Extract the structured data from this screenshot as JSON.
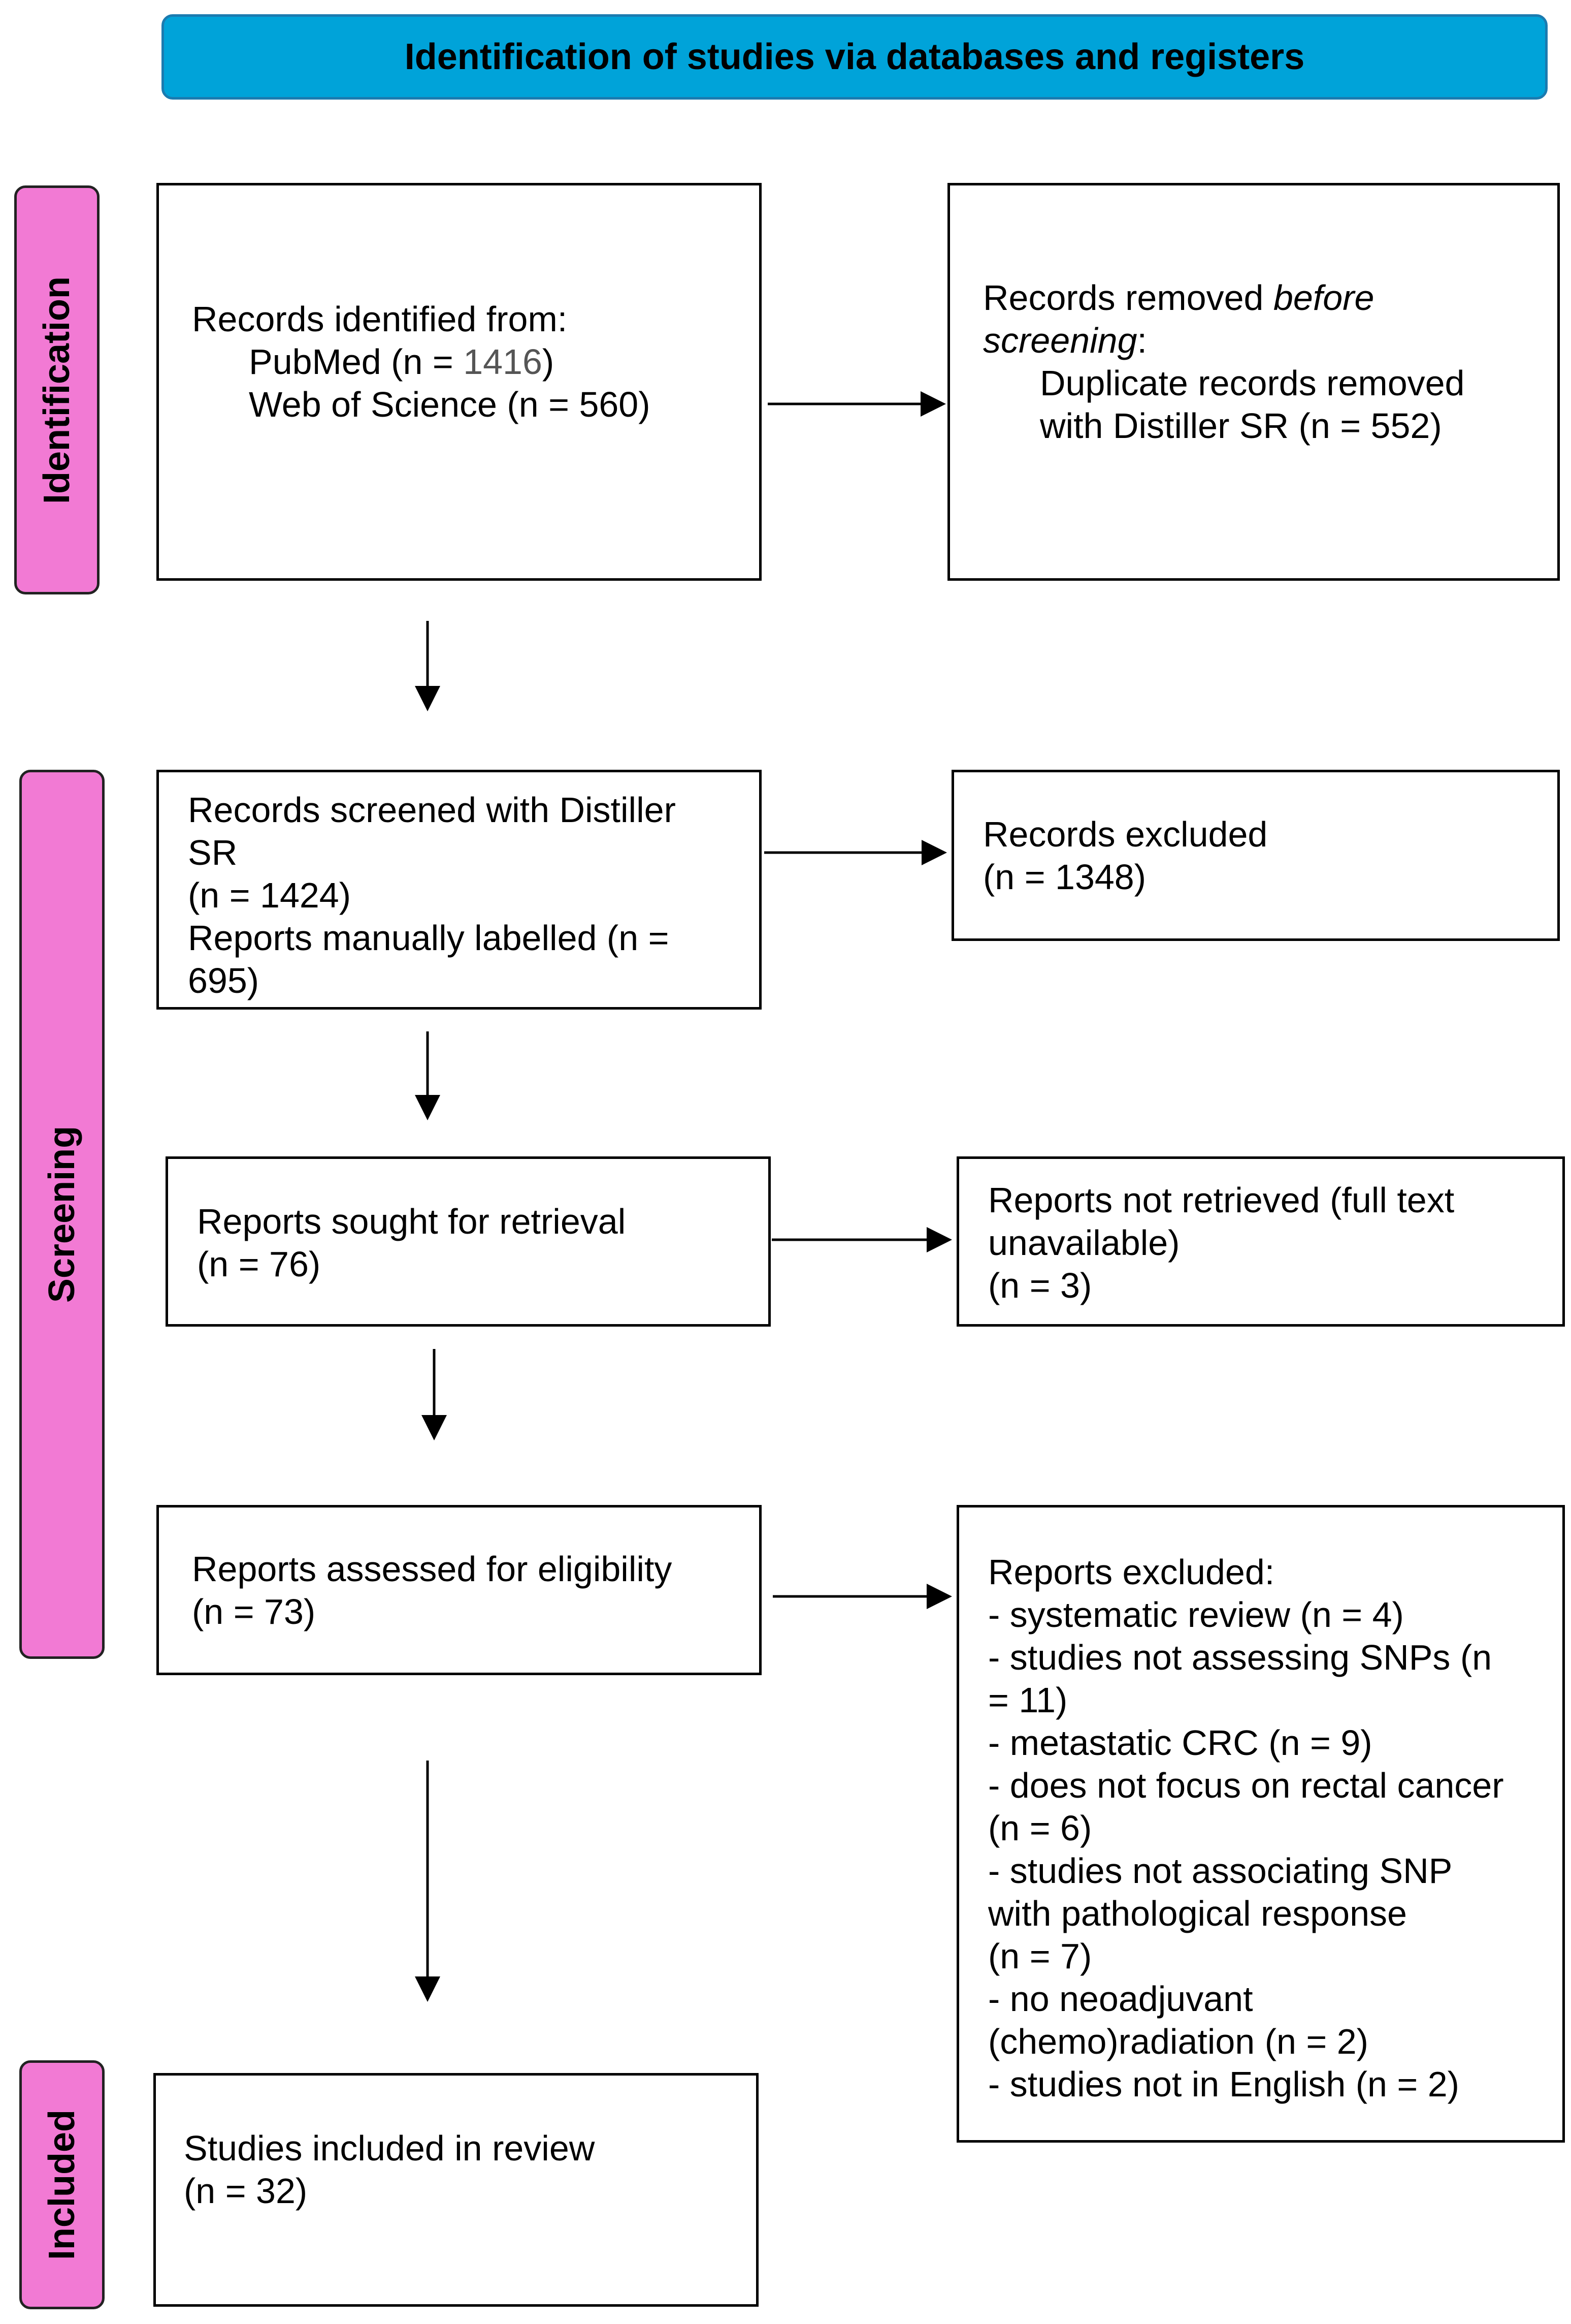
{
  "header": {
    "title": "Identification of studies via databases and registers"
  },
  "phases": {
    "identification": "Identification",
    "screening": "Screening",
    "included": "Included"
  },
  "identification": {
    "records": {
      "heading": "Records identified from:",
      "pubmed_label": "PubMed (n = ",
      "pubmed_count": "1416",
      "pubmed_close": ")",
      "wos": "Web of Science (n = 560)"
    },
    "removed": {
      "prefix": "Records removed ",
      "emphasis1": "before",
      "emphasis2": "screening",
      "colon": ":",
      "line3": "Duplicate records removed",
      "line4": "with Distiller SR (n = 552)"
    }
  },
  "screening": {
    "screened": {
      "line1": "Records screened with Distiller",
      "line2": "SR",
      "line3": "(n = 1424)",
      "line4": "Reports manually labelled (n =",
      "line5": "695)"
    },
    "excluded": {
      "line1": "Records excluded",
      "line2": "(n = 1348)"
    },
    "sought": {
      "line1": "Reports sought for retrieval",
      "line2": "(n = 76)"
    },
    "not_retrieved": {
      "line1": "Reports not retrieved (full text",
      "line2": "unavailable)",
      "line3": "(n = 3)"
    },
    "assessed": {
      "line1": "Reports assessed for eligibility",
      "line2": "(n = 73)"
    },
    "reports_excluded": {
      "lines": [
        "Reports excluded:",
        "- systematic review (n = 4)",
        "- studies not assessing SNPs (n",
        "= 11)",
        "- metastatic CRC (n = 9)",
        "- does not focus on rectal cancer",
        "(n = 6)",
        "- studies not associating SNP",
        "with pathological response",
        "(n = 7)",
        "- no neoadjuvant",
        "(chemo)radiation (n = 2)",
        "- studies not in English (n = 2)"
      ]
    }
  },
  "included": {
    "studies": {
      "line1": "Studies included in review",
      "line2": "(n = 32)"
    }
  }
}
